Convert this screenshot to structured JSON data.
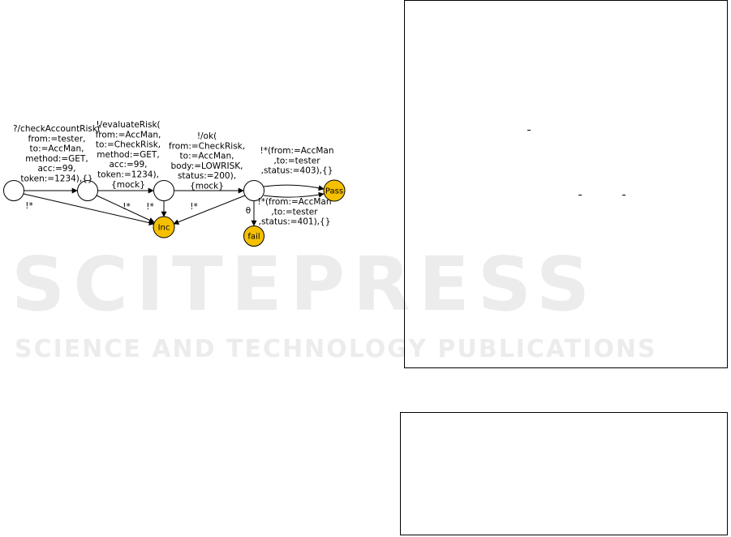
{
  "watermark": {
    "title": "SCITEPRESS",
    "subtitle": "SCIENCE AND TECHNOLOGY PUBLICATIONS"
  },
  "colors": {
    "final_state_fill": "#f5c000",
    "state_stroke": "#000000",
    "watermark": "#ececec"
  },
  "diagram": {
    "states": [
      {
        "id": "s0",
        "label": ""
      },
      {
        "id": "s1",
        "label": ""
      },
      {
        "id": "s2",
        "label": ""
      },
      {
        "id": "s3",
        "label": ""
      },
      {
        "id": "inc",
        "label": "Inc"
      },
      {
        "id": "pass",
        "label": "Pass"
      },
      {
        "id": "fail",
        "label": "fail"
      }
    ],
    "transitions": [
      {
        "from": "s0",
        "to": "s1",
        "label": [
          "?/checkAccountRisk(",
          "from:=tester,",
          "to:=AccMan,",
          "method:=GET,",
          "acc:=99,",
          "token:=1234),{}"
        ]
      },
      {
        "from": "s1",
        "to": "s2",
        "label": [
          "!/evaluateRisk(",
          "from:=AccMan,",
          "to:=CheckRisk,",
          "method:=GET,",
          "acc:=99,",
          "token:=1234),",
          "{mock}"
        ]
      },
      {
        "from": "s2",
        "to": "s3",
        "label": [
          "!/ok(",
          "from:=CheckRisk,",
          "to:=AccMan,",
          "body:=LOWRISK,",
          "status:=200),",
          "{mock}"
        ]
      },
      {
        "from": "s3",
        "to": "pass",
        "label": [
          "!*(from:=AccMan",
          ",to:=tester",
          ",status:=403),{}"
        ]
      },
      {
        "from": "s3",
        "to": "pass",
        "label": [
          "!*(from:=AccMan",
          ",to:=tester",
          ",status:=401),{}"
        ]
      },
      {
        "from": "s3",
        "to": "fail",
        "label": [
          "θ"
        ]
      },
      {
        "from": "s0",
        "to": "inc",
        "label": [
          "!*"
        ]
      },
      {
        "from": "s1",
        "to": "inc",
        "label": [
          "!*"
        ]
      },
      {
        "from": "s2",
        "to": "inc",
        "label": [
          "!*"
        ]
      },
      {
        "from": "s3",
        "to": "inc",
        "label": [
          "!*"
        ]
      }
    ]
  }
}
